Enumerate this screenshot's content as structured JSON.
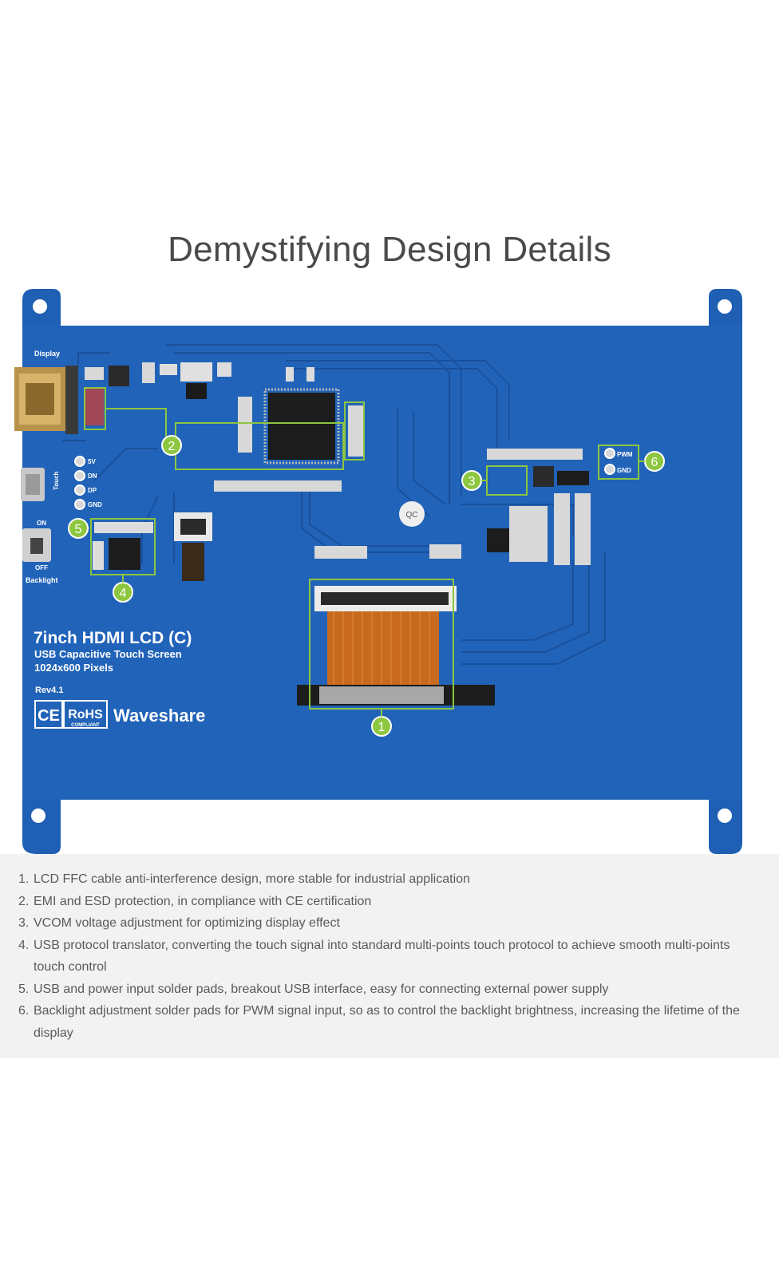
{
  "page": {
    "title": "Demystifying Design Details"
  },
  "board": {
    "product_name": "7inch HDMI LCD (C)",
    "line1": "USB Capacitive Touch Screen",
    "line2": "1024x600 Pixels",
    "revision": "Rev4.1",
    "brand": "Waveshare",
    "ce_mark": "CE",
    "rohs_mark": "RoHS",
    "rohs_sub": "COMPLIANT",
    "labels": {
      "display": "Display",
      "touch": "Touch",
      "backlight": "Backlight",
      "on": "ON",
      "off": "OFF",
      "pin_5v": "5V",
      "pin_dn": "DN",
      "pin_dp": "DP",
      "pin_gnd": "GND",
      "pwm": "PWM",
      "gnd": "GND",
      "qc": "QC"
    },
    "callouts": [
      "1",
      "2",
      "3",
      "4",
      "5",
      "6"
    ],
    "colors": {
      "pcb_blue": "#1f5fb4",
      "highlight_green": "#8dc63f",
      "trace_blue": "#1a4f9a"
    }
  },
  "notes": [
    {
      "num": "1.",
      "text": "LCD FFC cable anti-interference design, more stable for industrial application"
    },
    {
      "num": "2.",
      "text": "EMI and ESD protection, in compliance with CE certification"
    },
    {
      "num": "3.",
      "text": "VCOM voltage adjustment for optimizing display effect"
    },
    {
      "num": "4.",
      "text": "USB protocol translator, converting the touch signal into standard multi-points touch protocol to achieve smooth multi-points touch control"
    },
    {
      "num": "5.",
      "text": "USB and power input solder pads, breakout USB interface, easy for connecting external power supply"
    },
    {
      "num": "6.",
      "text": "Backlight adjustment solder pads for PWM signal input, so as to control the backlight brightness, increasing the lifetime of the display"
    }
  ]
}
